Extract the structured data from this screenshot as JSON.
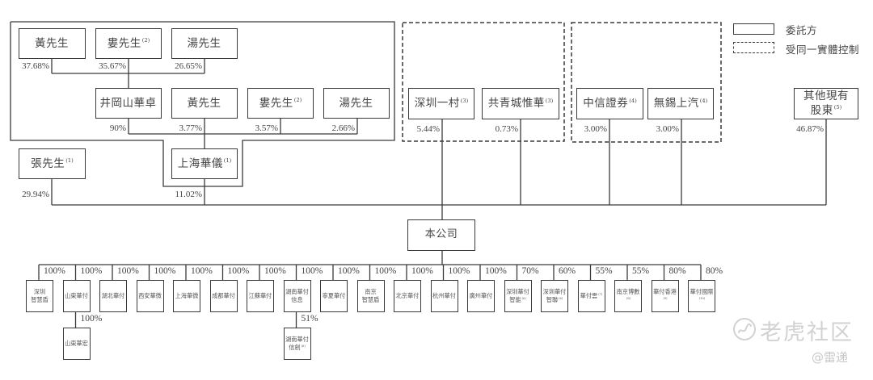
{
  "legend": {
    "solid_label": "委託方",
    "dashed_label": "受同一實體控制"
  },
  "shareholders": {
    "jinggangshan_owners": [
      {
        "name": "黃先生",
        "note": "",
        "pct": "37.68%"
      },
      {
        "name": "婁先生",
        "note": "(2)",
        "pct": "35.67%"
      },
      {
        "name": "湯先生",
        "note": "",
        "pct": "26.65%"
      }
    ],
    "shanghai_huayi_owners": [
      {
        "name": "井岡山華卓",
        "note": "",
        "pct": "90%"
      },
      {
        "name": "黃先生",
        "note": "",
        "pct": "3.77%"
      },
      {
        "name": "婁先生",
        "note": "(2)",
        "pct": "3.57%"
      },
      {
        "name": "湯先生",
        "note": "",
        "pct": "2.66%"
      }
    ],
    "direct": [
      {
        "name": "張先生",
        "note": "(1)",
        "pct": "29.94%"
      },
      {
        "name": "上海華儀",
        "note": "(1)",
        "pct": "11.02%"
      },
      {
        "name": "深圳一村",
        "note": "(3)",
        "pct": "5.44%"
      },
      {
        "name": "共青城惟華",
        "note": "(3)",
        "pct": "0.73%"
      },
      {
        "name": "中信證券",
        "note": "(4)",
        "pct": "3.00%"
      },
      {
        "name": "無錫上汽",
        "note": "(4)",
        "pct": "3.00%"
      },
      {
        "name_lines": [
          "其他現有",
          "股東"
        ],
        "note": "(5)",
        "pct": "46.87%"
      }
    ]
  },
  "company": {
    "name": "本公司"
  },
  "subsidiaries": [
    {
      "lines": [
        "深圳",
        "智慧盾"
      ],
      "note": "",
      "pct": "100%"
    },
    {
      "lines": [
        "山東華付"
      ],
      "note": "",
      "pct": "100%",
      "child": {
        "lines": [
          "山東華宏"
        ],
        "note": "",
        "pct": "100%"
      }
    },
    {
      "lines": [
        "湖北華付"
      ],
      "note": "",
      "pct": "100%"
    },
    {
      "lines": [
        "西安華微"
      ],
      "note": "",
      "pct": "100%"
    },
    {
      "lines": [
        "上海華微"
      ],
      "note": "",
      "pct": "100%"
    },
    {
      "lines": [
        "成都華付"
      ],
      "note": "",
      "pct": "100%"
    },
    {
      "lines": [
        "江蘇華付"
      ],
      "note": "",
      "pct": "100%"
    },
    {
      "lines": [
        "湖南華付",
        "信息"
      ],
      "note": "",
      "pct": "100%",
      "child": {
        "lines": [
          "湖南華付",
          "信創"
        ],
        "note": "(6)",
        "pct": "51%"
      }
    },
    {
      "lines": [
        "寧夏華付"
      ],
      "note": "",
      "pct": "100%"
    },
    {
      "lines": [
        "南京",
        "智慧盾"
      ],
      "note": "",
      "pct": "100%"
    },
    {
      "lines": [
        "北京華付"
      ],
      "note": "",
      "pct": "100%"
    },
    {
      "lines": [
        "杭州華付"
      ],
      "note": "",
      "pct": "100%"
    },
    {
      "lines": [
        "廣州華付"
      ],
      "note": "",
      "pct": "100%"
    },
    {
      "lines": [
        "深圳華付",
        "智能"
      ],
      "note": "(6)",
      "pct": "70%"
    },
    {
      "lines": [
        "深圳華付",
        "智聯"
      ],
      "note": "(6)",
      "pct": "60%"
    },
    {
      "lines": [
        "華付雲"
      ],
      "note": "(7)",
      "pct": "55%"
    },
    {
      "lines": [
        "南京博數"
      ],
      "note": "(8)",
      "pct": "55%"
    },
    {
      "lines": [
        "華付香港"
      ],
      "note": "(9)",
      "pct": "80%"
    },
    {
      "lines": [
        "華付國際"
      ],
      "note": "(10)",
      "pct": "80%"
    }
  ],
  "watermark": {
    "brand": "老虎社区",
    "handle": "@雷递",
    "icon": "tiger-logo-icon"
  }
}
